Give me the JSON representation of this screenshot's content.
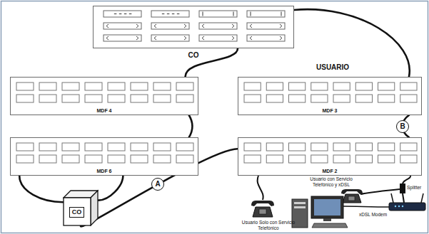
{
  "diagram": {
    "nodes": [
      {
        "text": [
          "CO"
        ]
      },
      {
        "text": [
          "MDF 4"
        ]
      },
      {
        "text": [
          "MDF 3"
        ]
      },
      {
        "text": [
          "MDF 6"
        ]
      },
      {
        "text": [
          "MDF 2"
        ]
      },
      {
        "text": [
          "CO"
        ]
      }
    ],
    "edges": [
      {
        "from": 0,
        "to": 1,
        "arrow": "none"
      },
      {
        "from": 0,
        "to": 2,
        "arrow": "none"
      },
      {
        "from": 1,
        "to": 3,
        "arrow": "none"
      },
      {
        "from": 3,
        "to": 5,
        "arrow": "none"
      },
      {
        "from": 3,
        "to": 5,
        "arrow": "none"
      },
      {
        "from": 5,
        "to": 4,
        "arrow": "none"
      },
      {
        "from": 2,
        "to": 4,
        "arrow": "none"
      }
    ],
    "labels": [
      "USUARIO",
      "A",
      "B",
      "Usuario Solo con Servicio Telefónico",
      "Usuario con Servicio Telefónico y xDSL",
      "Splitter",
      "xDSL Modem"
    ]
  }
}
